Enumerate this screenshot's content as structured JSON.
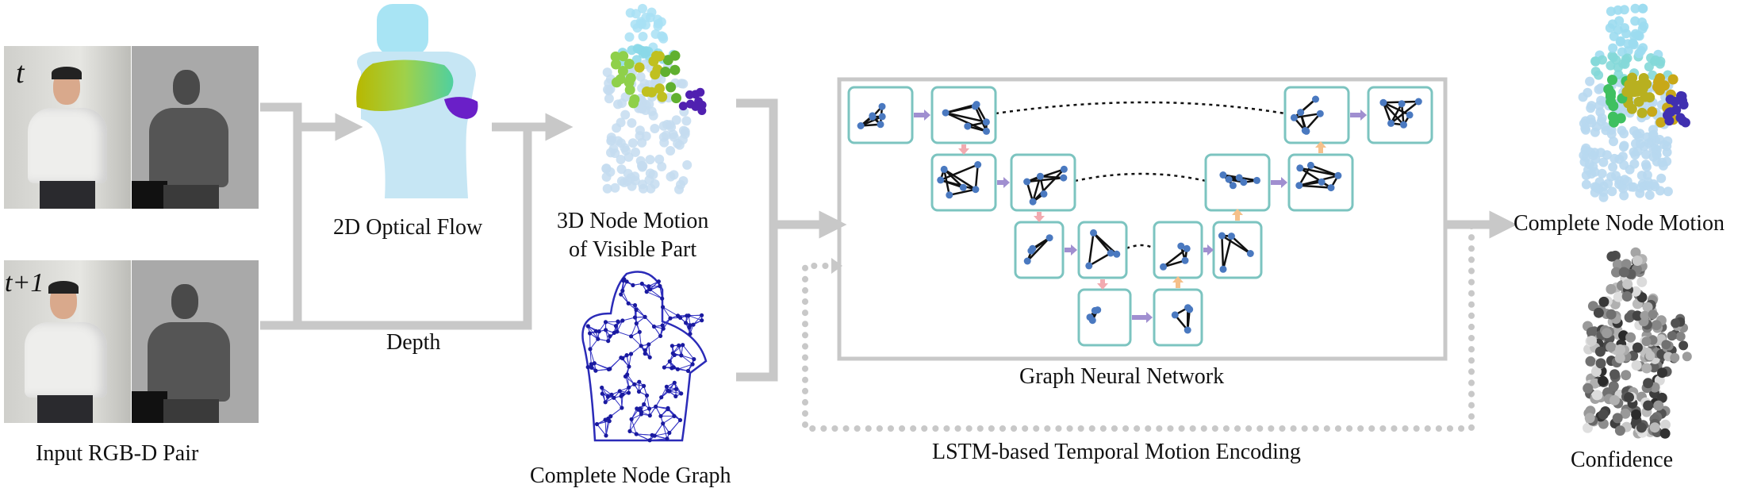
{
  "labels": {
    "input_pair": "Input RGB-D Pair",
    "frame_t": "t",
    "frame_t1": "t+1",
    "optical_flow": "2D Optical Flow",
    "depth": "Depth",
    "visible_motion_line1": "3D Node Motion",
    "visible_motion_line2": "of Visible Part",
    "node_graph": "Complete Node Graph",
    "gnn": "Graph Neural Network",
    "lstm": "LSTM-based Temporal Motion Encoding",
    "complete_motion": "Complete Node Motion",
    "confidence": "Confidence"
  },
  "colors": {
    "arrow_gray": "#c8c8c8",
    "graph_box_border": "#7cc4c0",
    "node_blue": "#4a79c0",
    "arrow_purple": "#a08fd0",
    "arrow_pink": "#f2aab0",
    "arrow_orange": "#f5c08a",
    "mesh_blue": "#2b2bb8"
  }
}
